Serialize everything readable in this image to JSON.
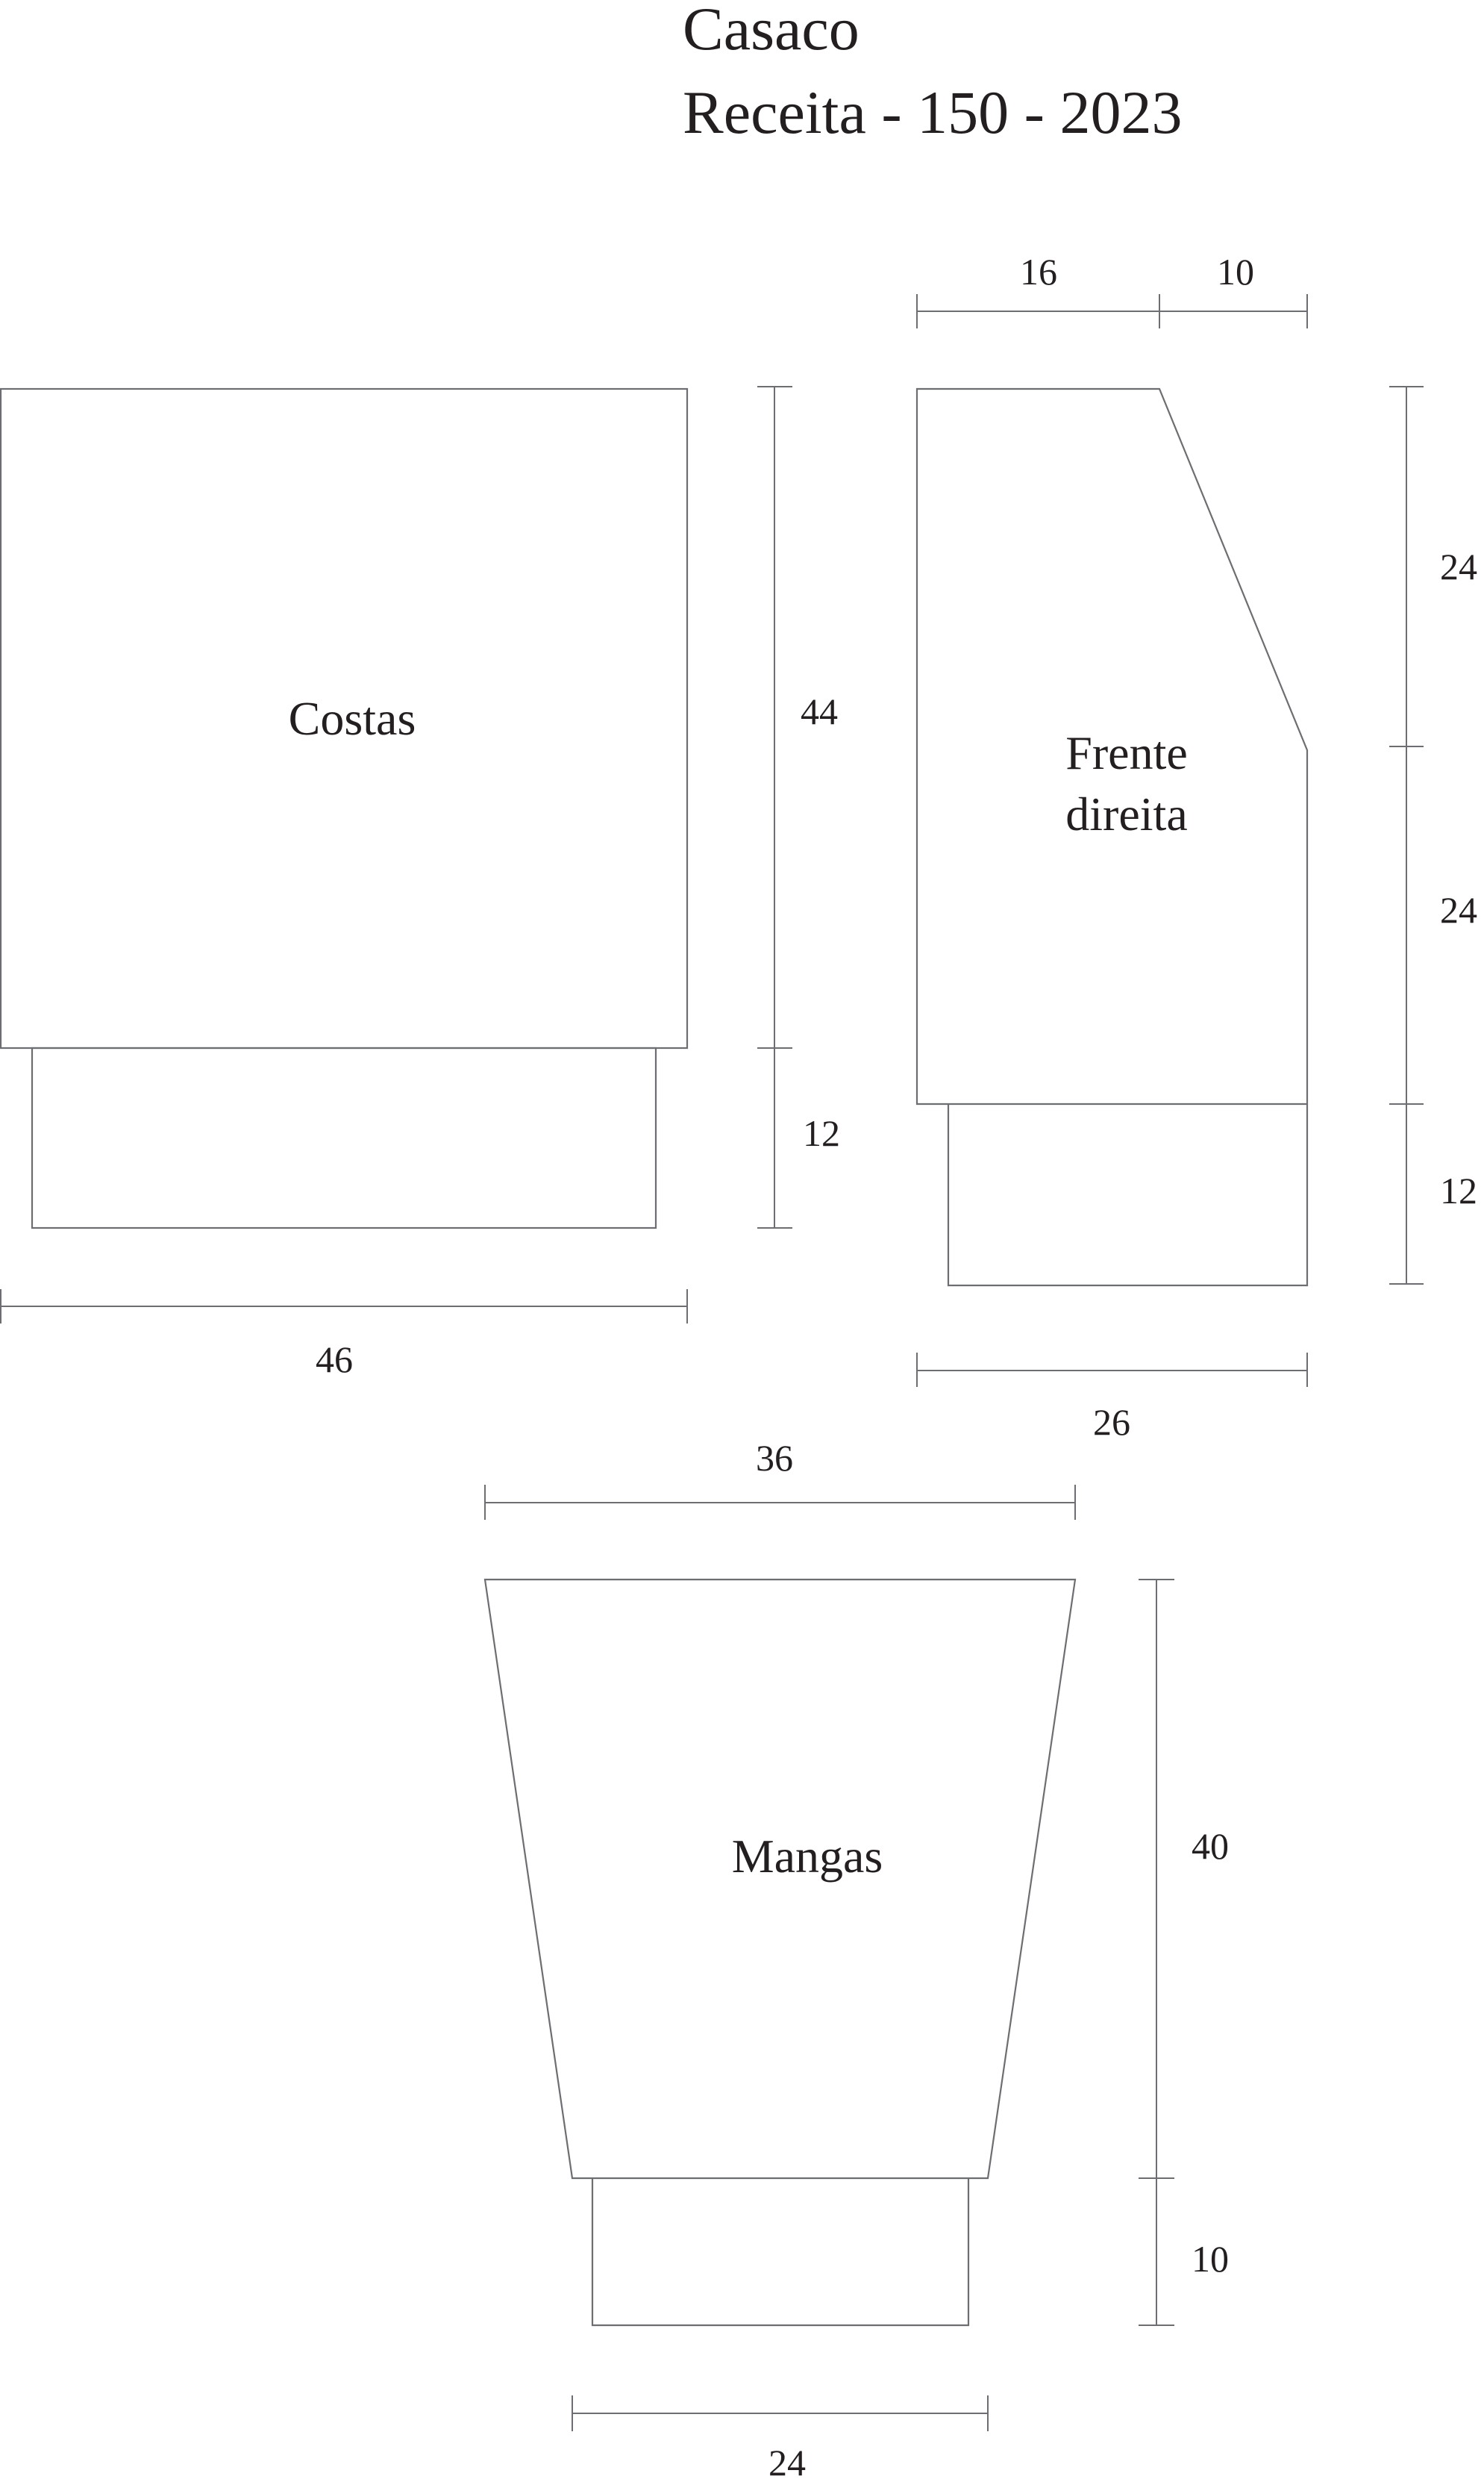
{
  "title": {
    "line1": "Casaco",
    "line2": "Receita - 150 - 2023"
  },
  "pieces": {
    "back": {
      "label": "Costas",
      "width": "46",
      "body_height": "44",
      "rib_height": "12"
    },
    "front_right": {
      "label_line1": "Frente",
      "label_line2": "direita",
      "top_shoulder": "16",
      "top_neck": "10",
      "upper_height": "24",
      "lower_height": "24",
      "rib_height": "12",
      "width": "26"
    },
    "sleeves": {
      "label": "Mangas",
      "top_width": "36",
      "body_height": "40",
      "rib_height": "10",
      "bottom_width": "24"
    }
  },
  "colors": {
    "lines": "#6d6e71",
    "text": "#231f20",
    "background": "#ffffff"
  }
}
